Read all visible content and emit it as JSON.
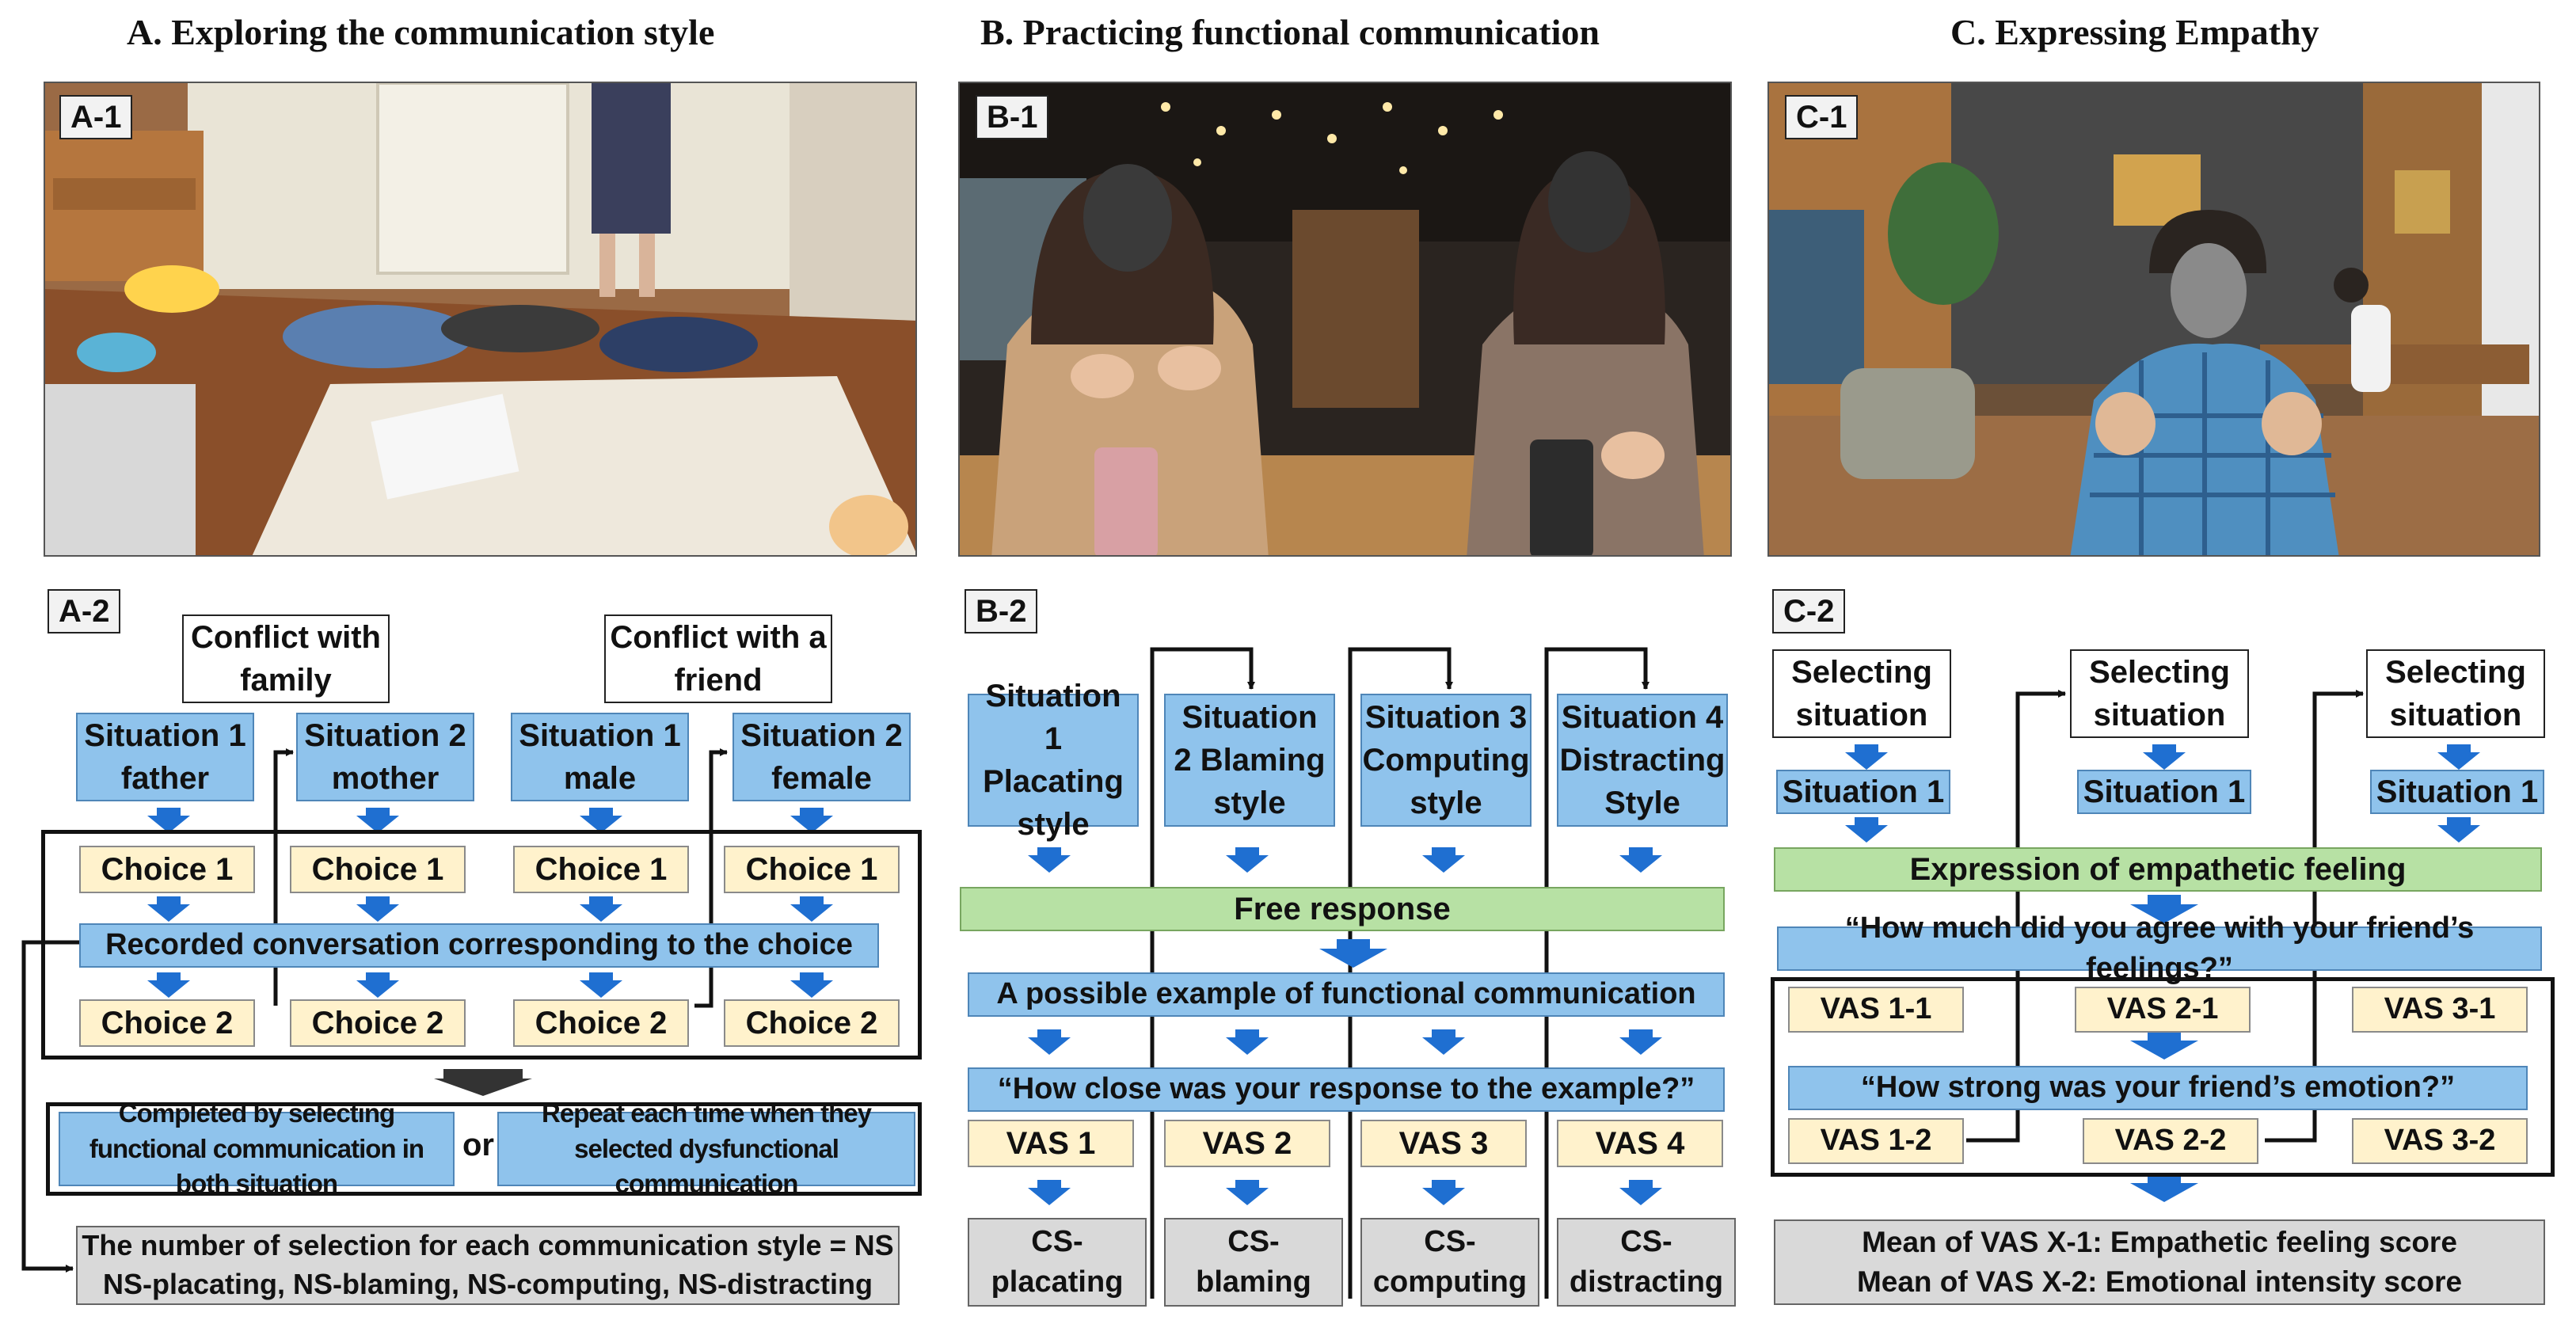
{
  "titles": {
    "a": "A. Exploring the communication style",
    "b": "B. Practicing functional communication",
    "c": "C. Expressing Empathy"
  },
  "tags": {
    "a1": "A-1",
    "a2": "A-2",
    "b1": "B-1",
    "b2": "B-2",
    "c1": "C-1",
    "c2": "C-2"
  },
  "a": {
    "conflict_family": "Conflict with family",
    "conflict_friend": "Conflict with a friend",
    "situations": [
      "Situation 1 father",
      "Situation 2 mother",
      "Situation 1 male",
      "Situation 2 female"
    ],
    "choice1": "Choice 1",
    "choice2": "Choice 2",
    "recorded": "Recorded conversation corresponding to the choice",
    "completed": "Completed by selecting functional communication in both situation",
    "or": "or",
    "repeat": "Repeat each time when they selected dysfunctional communication",
    "ns_line1": "The number of selection for each communication style = NS",
    "ns_line2": "NS-placating, NS-blaming, NS-computing, NS-distracting"
  },
  "b": {
    "situations": [
      "Situation 1 Placating style",
      "Situation 2 Blaming style",
      "Situation 3 Computing style",
      "Situation 4 Distracting Style"
    ],
    "free_response": "Free response",
    "example": "A possible example of functional communication",
    "question": "“How close was your response to the example?”",
    "vas": [
      "VAS 1",
      "VAS 2",
      "VAS 3",
      "VAS 4"
    ],
    "cs": [
      "CS- placating",
      "CS- blaming",
      "CS- computing",
      "CS- distracting"
    ]
  },
  "c": {
    "selecting": "Selecting situation",
    "situation": "Situation 1",
    "expression": "Expression of empathetic feeling",
    "question1": "“How much did you agree with your friend’s feelings?”",
    "vas_row1": [
      "VAS 1-1",
      "VAS 2-1",
      "VAS 3-1"
    ],
    "question2": "“How strong was your friend’s emotion?”",
    "vas_row2": [
      "VAS 1-2",
      "VAS 2-2",
      "VAS 3-2"
    ],
    "mean1": "Mean of VAS X-1: Empathetic feeling score",
    "mean2": "Mean of VAS X-2: Emotional intensity score"
  },
  "colors": {
    "box_blue": "#8fc3ec",
    "box_yellow": "#fff2cc",
    "box_green": "#b7e1a4",
    "box_gray": "#d9d9d9",
    "arrow_blue": "#1f6fd1"
  }
}
